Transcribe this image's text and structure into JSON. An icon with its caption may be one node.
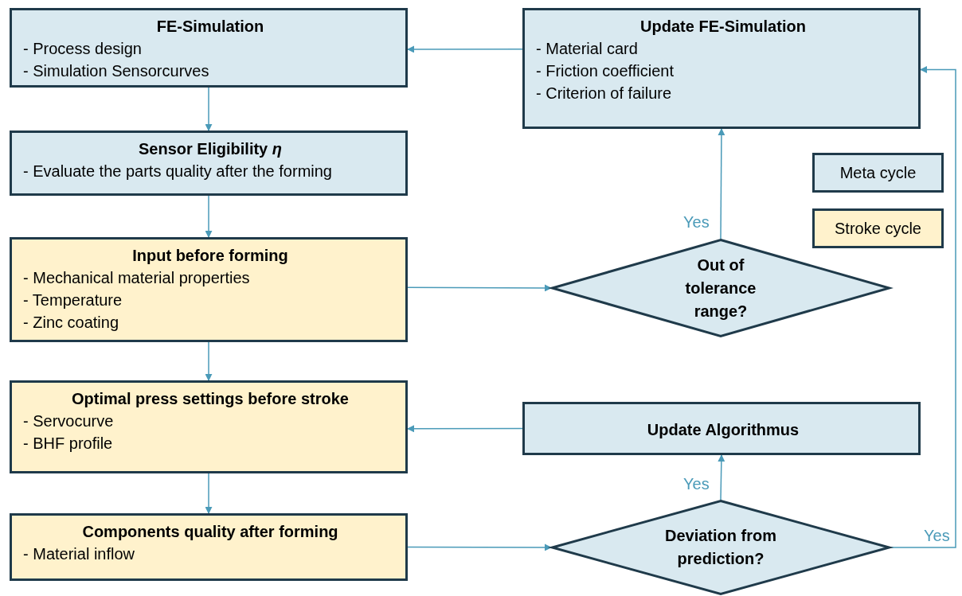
{
  "diagram": {
    "nodes": [
      {
        "text": [
          "FE-Simulation",
          "- Process design",
          "- Simulation Sensorcurves"
        ]
      },
      {
        "text": [
          "Update FE-Simulation",
          "- Material card",
          "- Friction coefficient",
          "- Criterion of failure"
        ]
      },
      {
        "text": [
          "Sensor Eligibility *η*",
          "- Evaluate the parts quality after the forming"
        ]
      },
      {
        "text": [
          "Input before forming",
          "- Mechanical material properties",
          "- Temperature",
          "- Zinc coating"
        ]
      },
      {
        "text": [
          "Out of tolerance range?"
        ]
      },
      {
        "text": [
          "Optimal press settings before stroke",
          "- Servocurve",
          "- BHF profile"
        ]
      },
      {
        "text": [
          "Update Algorithmus"
        ]
      },
      {
        "text": [
          "Components quality after forming",
          "- Material inflow"
        ]
      },
      {
        "text": [
          "Deviation from prediction?"
        ]
      }
    ],
    "edges": [
      {
        "from": 1,
        "to": 0,
        "arrow": "to"
      },
      {
        "from": 0,
        "to": 2,
        "arrow": "to"
      },
      {
        "from": 2,
        "to": 3,
        "arrow": "to"
      },
      {
        "from": 3,
        "to": 4,
        "arrow": "to"
      },
      {
        "from": 4,
        "to": 1,
        "arrow": "to",
        "label": "Yes"
      },
      {
        "from": 3,
        "to": 5,
        "arrow": "to"
      },
      {
        "from": 5,
        "to": 7,
        "arrow": "to"
      },
      {
        "from": 7,
        "to": 8,
        "arrow": "to"
      },
      {
        "from": 8,
        "to": 6,
        "arrow": "to",
        "label": "Yes"
      },
      {
        "from": 6,
        "to": 5,
        "arrow": "to"
      },
      {
        "from": 8,
        "to": 1,
        "arrow": "to",
        "label": "Yes"
      }
    ],
    "legend": [
      {
        "text": "Meta cycle",
        "color": "#d9e9f0"
      },
      {
        "text": "Stroke cycle",
        "color": "#fff2cc"
      }
    ]
  }
}
